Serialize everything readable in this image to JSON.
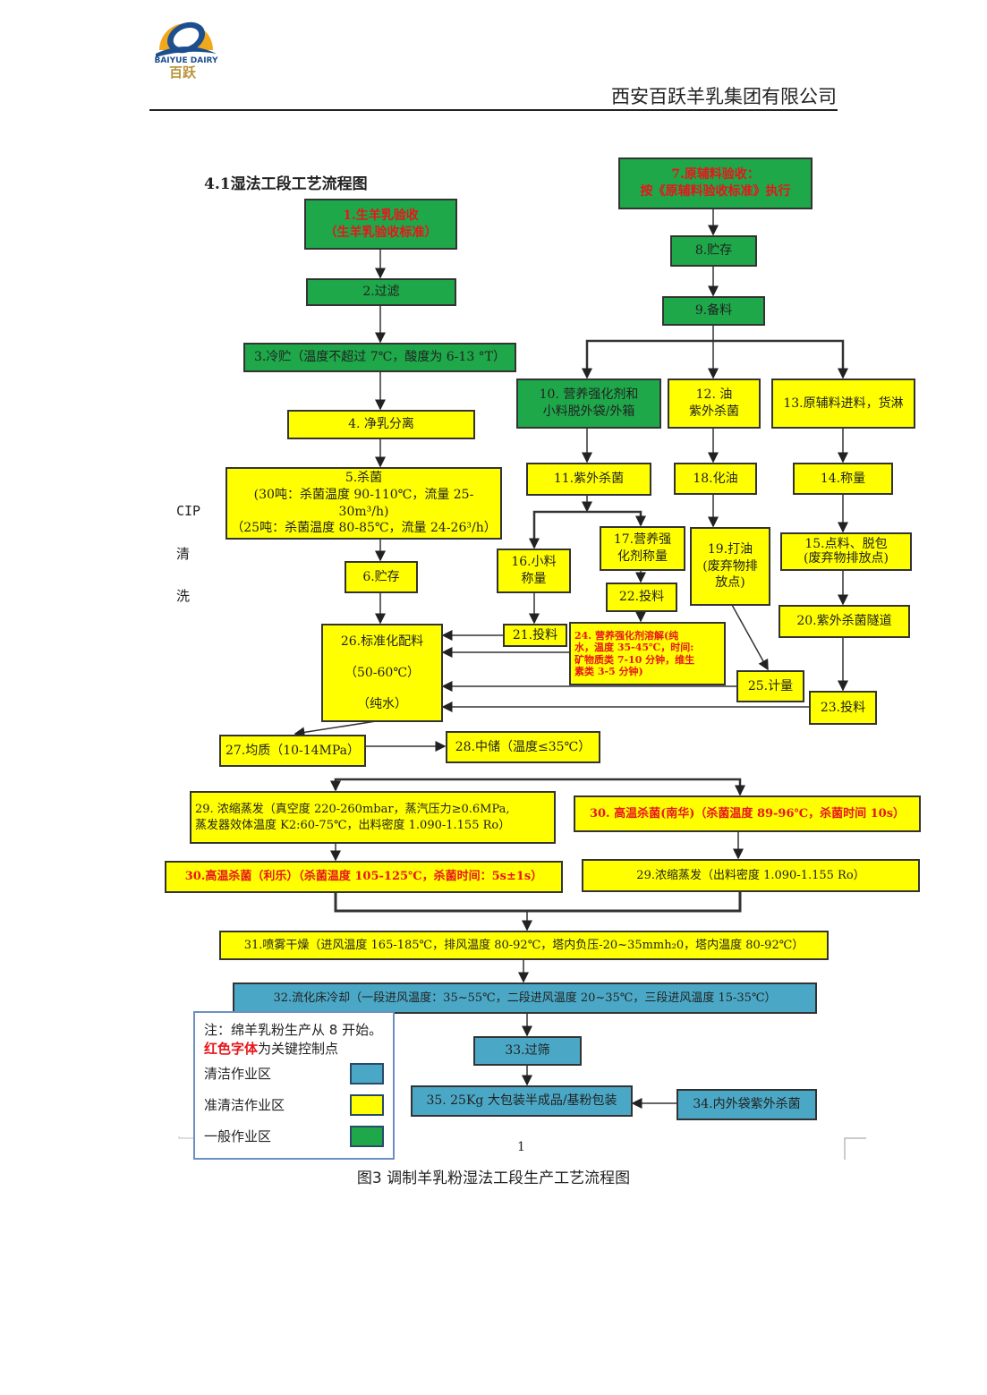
{
  "header": {
    "logo_text": "BAIYUE DAIRY 百跃",
    "company": "西安百跃羊乳集团有限公司"
  },
  "section_title": "4.1湿法工段工艺流程图",
  "cip": [
    "CIP",
    "清",
    "洗"
  ],
  "nodes": {
    "n1": [
      "1.生羊乳验收",
      "（生羊乳验收标准）"
    ],
    "n2": [
      "2.过滤"
    ],
    "n3": [
      "3.冷贮（温度不超过 7℃，酸度为 6-13 °T）"
    ],
    "n4": [
      "4. 净乳分离"
    ],
    "n5": [
      "5.杀菌",
      "(30吨：杀菌温度 90-110℃，流量 25-30m³/h)",
      "（25吨：杀菌温度 80-85℃，流量 24-26³/h）"
    ],
    "n6": [
      "6.贮存"
    ],
    "n7": [
      "7.原辅料验收：",
      "按《原辅料验收标准》执行"
    ],
    "n8": [
      "8.贮存"
    ],
    "n9": [
      "9.备料"
    ],
    "n10": [
      "10. 营养强化剂和",
      "小料脱外袋/外箱"
    ],
    "n11": [
      "11.紫外杀菌"
    ],
    "n12": [
      "12. 油",
      "紫外杀菌"
    ],
    "n13": [
      "13.原辅料进料，货淋"
    ],
    "n14": [
      "14.称量"
    ],
    "n15": [
      "15.点料、脱包",
      "(废弃物排放点)"
    ],
    "n16": [
      "16.小料",
      "称量"
    ],
    "n17": [
      "17.营养强",
      "化剂称量"
    ],
    "n18": [
      "18.化油"
    ],
    "n19": [
      "19.打油",
      "(废弃物排",
      "放点)"
    ],
    "n20": [
      "20.紫外杀菌隧道"
    ],
    "n21": [
      "21.投料"
    ],
    "n22": [
      "22.投料"
    ],
    "n23": [
      "23.投料"
    ],
    "n24": [
      "24. 营养强化剂溶解(纯",
      "水，温度 35-45℃，时间:",
      "矿物质类 7-10 分钟，维生",
      "素类 3-5 分钟)"
    ],
    "n25": [
      "25.计量"
    ],
    "n26": [
      "26.标准化配料",
      "（50-60℃）",
      "（纯水）"
    ],
    "n27": [
      "27.均质（10-14MPa）"
    ],
    "n28": [
      "28.中储（温度≤35℃）"
    ],
    "n29a": [
      "29. 浓缩蒸发（真空度 220-260mbar，蒸汽压力≥0.6MPa,",
      "蒸发器效体温度 K2:60-75℃，出料密度 1.090-1.155 Ro）"
    ],
    "n30a": [
      "30. 高温杀菌(南华)（杀菌温度 89-96℃，杀菌时间 10s）"
    ],
    "n30b": [
      "30.高温杀菌（利乐）（杀菌温度 105-125℃，杀菌时间：5s±1s）"
    ],
    "n29b": [
      "29.浓缩蒸发（出料密度 1.090-1.155 Ro）"
    ],
    "n31": [
      "31.喷雾干燥（进风温度 165-185℃，排风温度 80-92℃，塔内负压-20~35mmh₂0，塔内温度 80-92℃）"
    ],
    "n32": [
      "32.流化床冷却（一段进风温度：35~55℃，二段进风温度 20~35℃，三段进风温度 15-35℃）"
    ],
    "n33": [
      "33.过筛"
    ],
    "n34": [
      "34.内外袋紫外杀菌"
    ],
    "n35": [
      "35. 25Kg 大包装半成品/基粉包装"
    ]
  },
  "legend": {
    "note": "注：绵羊乳粉生产从 8 开始。",
    "key_red": "红色字体",
    "key_rest": "为关键控制点",
    "items": [
      {
        "label": "清洁作业区",
        "color": "#4aa8c6"
      },
      {
        "label": "准清洁作业区",
        "color": "#ffff00"
      },
      {
        "label": "一般作业区",
        "color": "#1ea84a"
      }
    ]
  },
  "page_number": "1",
  "caption": "图3 调制羊乳粉湿法工段生产工艺流程图",
  "colors": {
    "general": "#1ea84a",
    "semi_clean": "#ffff00",
    "clean": "#4aa8c6",
    "key_text": "#e8161b"
  }
}
